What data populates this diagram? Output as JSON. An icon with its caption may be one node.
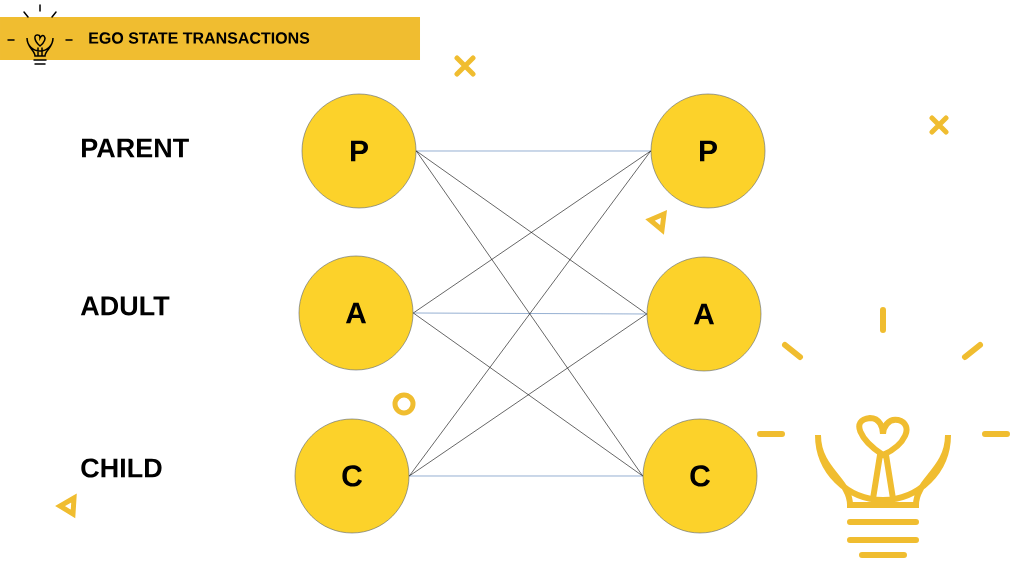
{
  "diagram": {
    "title": "EGO STATE TRANSACTIONS",
    "nodes": [
      {
        "text": [
          "P"
        ]
      },
      {
        "text": [
          "P"
        ]
      },
      {
        "text": [
          "A"
        ]
      },
      {
        "text": [
          "A"
        ]
      },
      {
        "text": [
          "C"
        ]
      },
      {
        "text": [
          "C"
        ]
      }
    ],
    "edges": [
      {
        "from": 0,
        "to": 1,
        "arrow": "none",
        "color": "#4f7bb3"
      },
      {
        "from": 0,
        "to": 3,
        "arrow": "none"
      },
      {
        "from": 0,
        "to": 5,
        "arrow": "none"
      },
      {
        "from": 2,
        "to": 1,
        "arrow": "none"
      },
      {
        "from": 2,
        "to": 3,
        "arrow": "none",
        "color": "#4f7bb3"
      },
      {
        "from": 2,
        "to": 5,
        "arrow": "none"
      },
      {
        "from": 4,
        "to": 1,
        "arrow": "none"
      },
      {
        "from": 4,
        "to": 3,
        "arrow": "none"
      },
      {
        "from": 4,
        "to": 5,
        "arrow": "none",
        "color": "#4f7bb3"
      }
    ],
    "labels": [
      "PARENT",
      "ADULT",
      "CHILD"
    ]
  }
}
